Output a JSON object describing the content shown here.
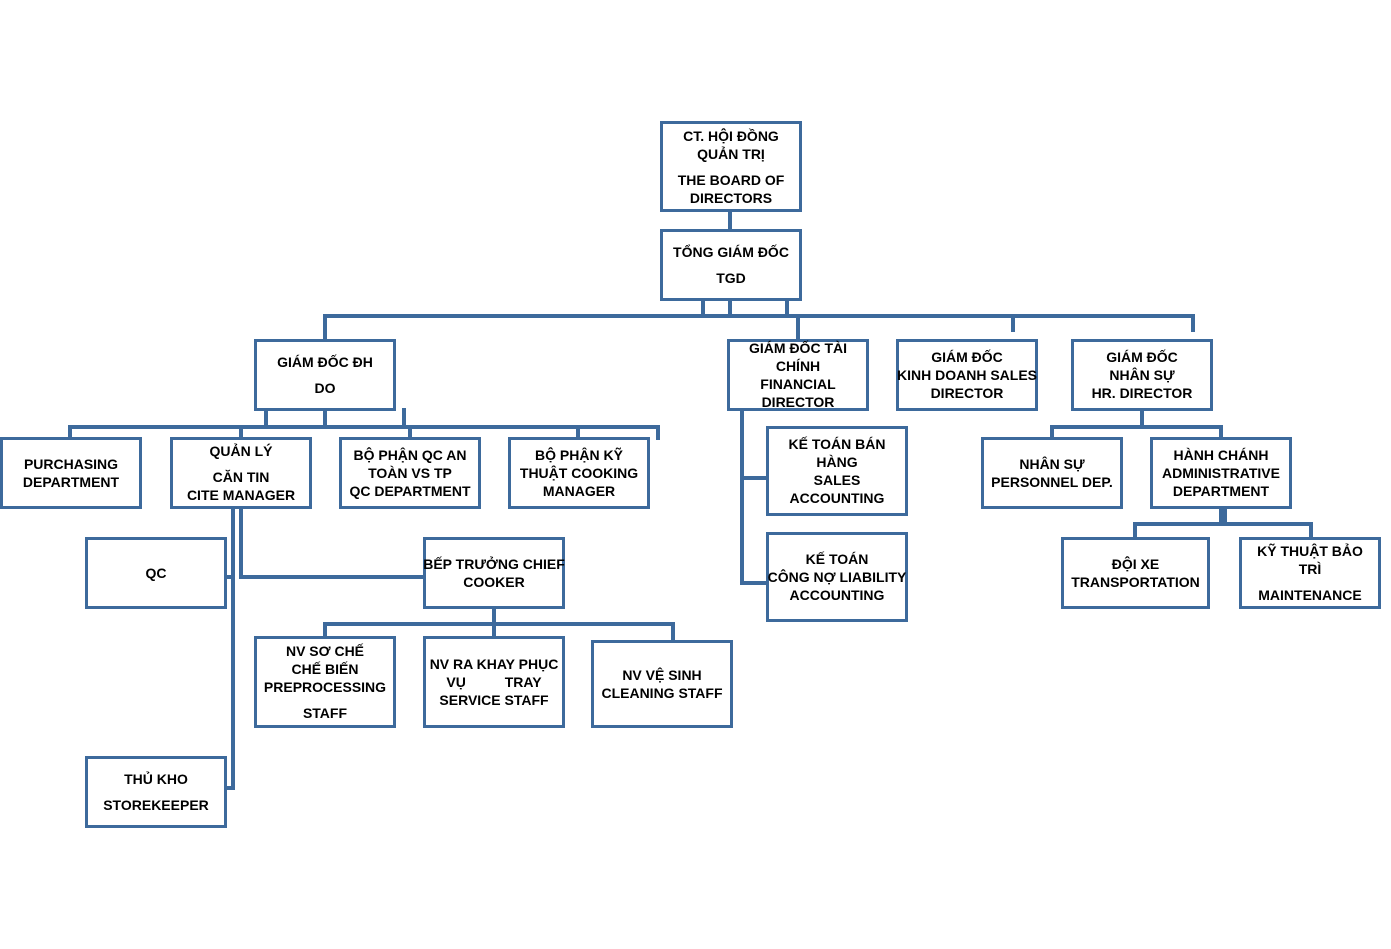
{
  "colors": {
    "border": "#3d6a9c",
    "connector": "#3d6a9c",
    "text": "#000000",
    "background": "#ffffff"
  },
  "nodes": {
    "board": {
      "line1": "CT. HỘI ĐỒNG",
      "line2": "QUẢN TRỊ",
      "line3": "THE BOARD OF",
      "line4": "DIRECTORS"
    },
    "tgd": {
      "line1": "TỔNG GIÁM  ĐỐC",
      "line2": "TGD"
    },
    "gd_dh": {
      "line1": "GIÁM ĐỐC  ĐH",
      "line2": "DO"
    },
    "gd_taichinh": {
      "line1": "GIÁM ĐỐC  TÀI",
      "line2": "CHÍNH",
      "line3": "FINANCIAL",
      "line4": "DIRECTOR"
    },
    "gd_kinhdoanh": {
      "line1": "GIÁM ĐỐC",
      "line2": "KINH DOANH SALES",
      "line3": "DIRECTOR"
    },
    "gd_nhansu": {
      "line1": "GIÁM ĐỐC",
      "line2": "NHÂN SỰ",
      "line3": "HR. DIRECTOR"
    },
    "purchasing": {
      "line1": "PURCHASING",
      "line2": "DEPARTMENT"
    },
    "quanly": {
      "line1": "QUẢN LÝ",
      "line2": "CĂN TIN",
      "line3": "CITE MANAGER"
    },
    "qc_dept": {
      "line1": "BỘ PHẬN QC AN",
      "line2": "TOÀN VS TP",
      "line3": "QC DEPARTMENT"
    },
    "kythuat": {
      "line1": "BỘ PHẬN KỸ",
      "line2": "THUẬT COOKING",
      "line3": "MANAGER"
    },
    "ketoan_ban": {
      "line1": "KẾ TOÁN BÁN",
      "line2": "HÀNG",
      "line3": "SALES",
      "line4": "ACCOUNTING"
    },
    "ketoan_no": {
      "line1": "KẾ TOÁN",
      "line2": "CÔNG NỢ LIABILITY",
      "line3": "ACCOUNTING"
    },
    "nhansu": {
      "line1": "NHÂN SỰ",
      "line2": "PERSONNEL DEP."
    },
    "hanhchanh": {
      "line1": "HÀNH CHÁNH",
      "line2": "ADMINISTRATIVE",
      "line3": "DEPARTMENT"
    },
    "qc": {
      "line1": "QC"
    },
    "beptruong": {
      "line1": "BẾP TRƯỞNG CHIEF",
      "line2": "COOKER"
    },
    "doixe": {
      "line1": "ĐỘI XE",
      "line2": "TRANSPORTATION"
    },
    "baotri": {
      "line1": "KỸ THUẬT      BẢO",
      "line2": "TRÌ",
      "line3": "MAINTENANCE"
    },
    "soche": {
      "line1": "NV SƠ CHẾ",
      "line2": "CHẾ BIẾN",
      "line3": "PREPROCESSING",
      "line4": "STAFF"
    },
    "rakhay": {
      "line1": "NV  RA KHAY  PHỤC",
      "line2": "VỤ          TRAY",
      "line3": "SERVICE STAFF"
    },
    "vesinh": {
      "line1": "NV VỆ SINH",
      "line2": "CLEANING STAFF"
    },
    "thukho": {
      "line1": "THỦ KHO",
      "line2": "STOREKEEPER"
    }
  }
}
